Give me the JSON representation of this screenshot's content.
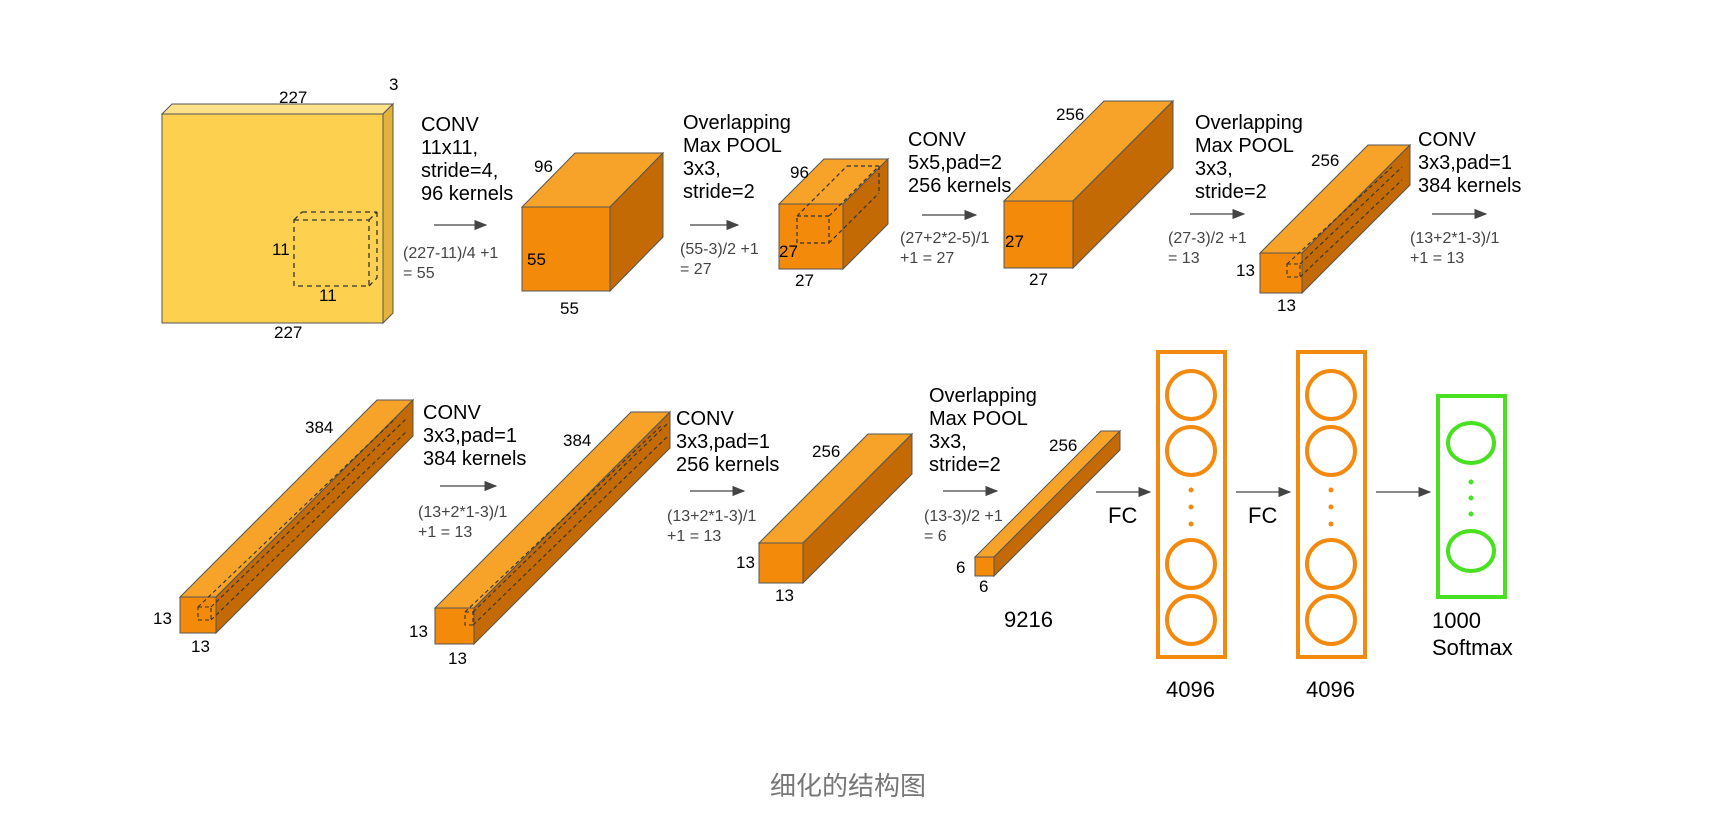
{
  "colors": {
    "input_front": "#fdd14f",
    "input_top": "#fde08a",
    "input_side": "#e3b339",
    "front": "#f48a0a",
    "top": "#f7a32a",
    "side": "#c36a05",
    "fc": "#f4890f",
    "softmax": "#49e021",
    "arrow": "#444444",
    "caption": "#777777"
  },
  "row1": {
    "input": {
      "width": "227",
      "height": "227",
      "depth": "3",
      "kernel_w": "11",
      "kernel_h": "11"
    },
    "op1": {
      "lines": [
        "CONV",
        "11x11,",
        "stride=4,",
        "96 kernels"
      ],
      "calc": [
        "(227-11)/4 +1",
        "= 55"
      ]
    },
    "conv1": {
      "depth": "96",
      "height": "55",
      "width": "55"
    },
    "op2": {
      "lines": [
        "Overlapping",
        "Max POOL",
        "3x3,",
        "stride=2"
      ],
      "calc": [
        "(55-3)/2 +1",
        "= 27"
      ]
    },
    "pool1": {
      "depth": "96",
      "height": "27",
      "width": "27"
    },
    "op3": {
      "lines": [
        "CONV",
        "5x5,pad=2",
        "256 kernels"
      ],
      "calc": [
        "(27+2*2-5)/1",
        "+1  = 27"
      ]
    },
    "conv2": {
      "depth": "256",
      "height": "27",
      "width": "27"
    },
    "op4": {
      "lines": [
        "Overlapping",
        "Max POOL",
        "3x3,",
        "stride=2"
      ],
      "calc": [
        "(27-3)/2 +1",
        "= 13"
      ]
    },
    "pool2": {
      "depth": "256",
      "height": "13",
      "width": "13"
    },
    "op5": {
      "lines": [
        "CONV",
        "3x3,pad=1",
        "384 kernels"
      ],
      "calc": [
        "(13+2*1-3)/1",
        "+1  = 13"
      ]
    }
  },
  "row2": {
    "conv3": {
      "depth": "384",
      "height": "13",
      "width": "13"
    },
    "op6": {
      "lines": [
        "CONV",
        "3x3,pad=1",
        "384 kernels"
      ],
      "calc": [
        "(13+2*1-3)/1",
        "+1  = 13"
      ]
    },
    "conv4": {
      "depth": "384",
      "height": "13",
      "width": "13"
    },
    "op7": {
      "lines": [
        "CONV",
        "3x3,pad=1",
        "256 kernels"
      ],
      "calc": [
        "(13+2*1-3)/1",
        "+1  = 13"
      ]
    },
    "conv5": {
      "depth": "256",
      "height": "13",
      "width": "13"
    },
    "op8": {
      "lines": [
        "Overlapping",
        "Max POOL",
        "3x3,",
        "stride=2"
      ],
      "calc": [
        "(13-3)/2 +1",
        "= 6"
      ]
    },
    "pool3": {
      "depth": "256",
      "height": "6",
      "width": "6",
      "flat": "9216"
    },
    "fc_label_1": "FC",
    "fc1": {
      "size": "4096"
    },
    "fc_label_2": "FC",
    "fc2": {
      "size": "4096"
    },
    "softmax": {
      "size": "1000",
      "label": "Softmax"
    }
  },
  "caption": "细化的结构图"
}
